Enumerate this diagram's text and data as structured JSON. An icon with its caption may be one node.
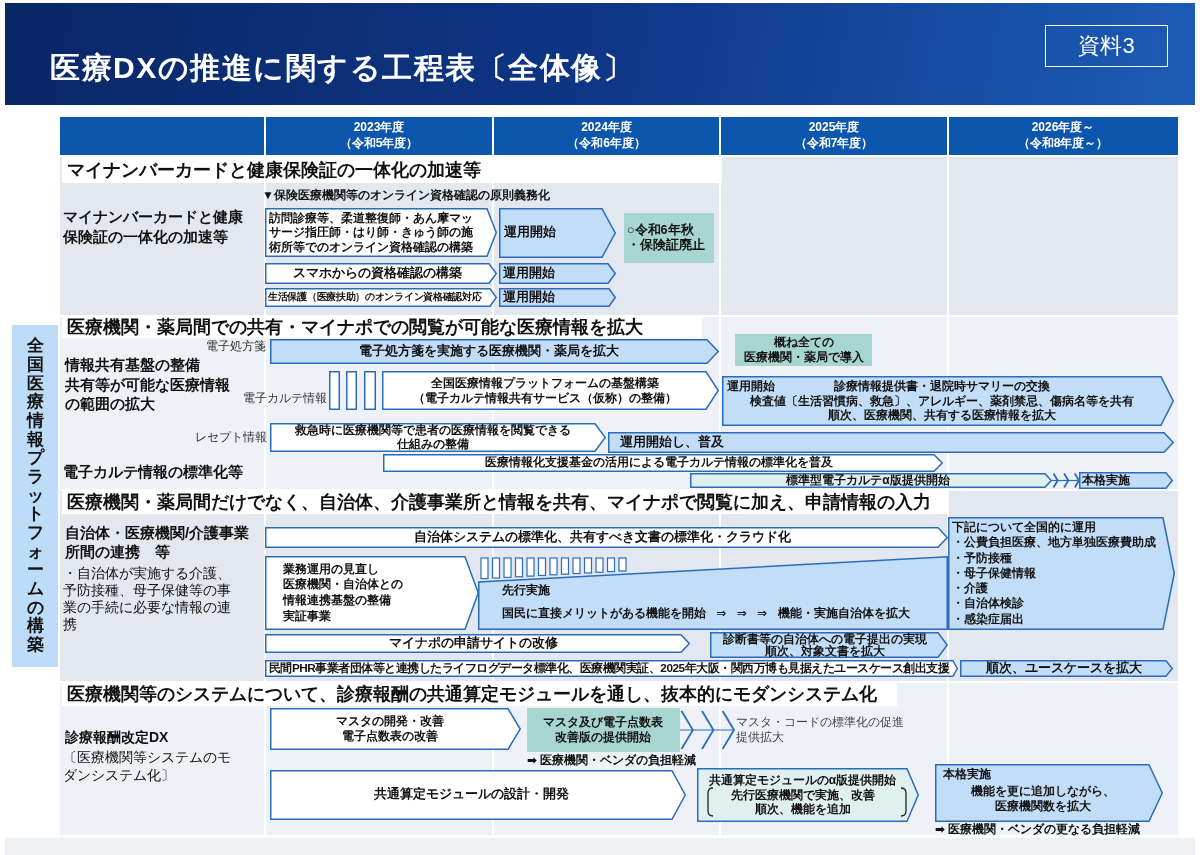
{
  "diagram": {
    "title": "医療DXの推進に関する工程表〔全体像〕",
    "nodes": [
      {
        "text": [
          "マイナンバーカードと健康保険証の一体化の加速等"
        ]
      },
      {
        "text": [
          "訪問診療等、柔道整復師・あん摩マッサージ指圧師・はり師・きゅう師の施術所等でのオンライン資格確認の構築"
        ],
        "in": 0
      },
      {
        "text": [
          "運用開始"
        ],
        "in": 0
      },
      {
        "text": [
          "○令和6年秋",
          "・保険証廃止"
        ],
        "in": 0
      },
      {
        "text": [
          "スマホからの資格確認の構築"
        ],
        "in": 0
      },
      {
        "text": [
          "運用開始"
        ],
        "in": 0
      },
      {
        "text": [
          "生活保護（医療扶助）のオンライン資格確認対応"
        ],
        "in": 0
      },
      {
        "text": [
          "運用開始"
        ],
        "in": 0
      },
      {
        "text": [
          "全国医療情報プラットフォームの構築"
        ]
      },
      {
        "text": [
          "医療機関・薬局間での共有・マイナポでの閲覧が可能な医療情報を拡大"
        ]
      },
      {
        "text": [
          "電子処方箋を実施する医療機関・薬局を拡大"
        ],
        "in": 9
      },
      {
        "text": [
          "概ね全ての",
          "医療機関・薬局で導入"
        ],
        "in": 9
      },
      {
        "text": [
          "全国医療情報プラットフォームの基盤構築",
          "（電子カルテ情報共有サービス（仮称）の整備）"
        ],
        "in": 9
      },
      {
        "text": [
          "運用開始",
          "診療情報提供書・退院時サマリーの交換",
          "検査値〔生活習慣病、救急〕、アレルギー、薬剤禁忌、傷病名等を共有",
          "順次、医療機関、共有する医療情報を拡大"
        ],
        "in": 9
      },
      {
        "text": [
          "救急時に医療機関等で患者の医療情報を閲覧できる仕組みの整備"
        ],
        "in": 9
      },
      {
        "text": [
          "運用開始し、普及"
        ],
        "in": 9
      },
      {
        "text": [
          "医療情報化支援基金の活用による電子カルテ情報の標準化を普及"
        ],
        "in": 9
      },
      {
        "text": [
          "標準型電子カルテα版提供開始"
        ],
        "in": 9
      },
      {
        "text": [
          "本格実施"
        ],
        "in": 9
      },
      {
        "text": [
          "医療機関・薬局間だけでなく、自治体、介護事業所と情報を共有、マイナポで閲覧に加え、申請情報の入力"
        ]
      },
      {
        "text": [
          "自治体システムの標準化、共有すべき文書の標準化・クラウド化"
        ],
        "in": 19
      },
      {
        "text": [
          "下記について全国的に運用",
          "・公費負担医療、地方単独医療費助成",
          "・予防接種",
          "・母子保健情報",
          "・介護",
          "・自治体検診",
          "・感染症届出"
        ],
        "in": 19
      },
      {
        "text": [
          "業務運用の見直し",
          "医療機関・自治体との情報連携基盤の整備",
          "実証事業"
        ],
        "in": 19
      },
      {
        "text": [
          "先行実施",
          "国民に直接メリットがある機能を開始 ⇒ ⇒ ⇒ 機能・実施自治体を拡大"
        ],
        "in": 19
      },
      {
        "text": [
          "マイナポの申請サイトの改修"
        ],
        "in": 19
      },
      {
        "text": [
          "診断書等の自治体への電子提出の実現",
          "順次、対象文書を拡大"
        ],
        "in": 19
      },
      {
        "text": [
          "民間PHR事業者団体等と連携したライフログデータ標準化、医療機関実証、2025年大阪・関西万博も見据えたユースケース創出支援"
        ],
        "in": 19
      },
      {
        "text": [
          "順次、ユースケースを拡大"
        ],
        "in": 19
      },
      {
        "text": [
          "医療機関等のシステムについて、診療報酬の共通算定モジュールを通し、抜本的にモダンシステム化"
        ]
      },
      {
        "text": [
          "マスタの開発・改善",
          "電子点数表の改善"
        ],
        "in": 28
      },
      {
        "text": [
          "マスタ及び電子点数表改善版の提供開始"
        ],
        "in": 28
      },
      {
        "text": [
          "マスタ・コードの標準化の促進",
          "提供拡大"
        ],
        "in": 28
      },
      {
        "text": [
          "共通算定モジュールの設計・開発"
        ],
        "in": 28
      },
      {
        "text": [
          "共通算定モジュールのα版提供開始",
          "先行医療機関で実施、改善",
          "順次、機能を追加"
        ],
        "in": 28
      },
      {
        "text": [
          "本格実施",
          "機能を更に追加しながら、医療機関数を拡大"
        ],
        "in": 28
      }
    ],
    "edges": [
      {
        "from": 17,
        "to": 18,
        "arrow": "to"
      },
      {
        "from": 30,
        "to": 31,
        "arrow": "to"
      }
    ],
    "labels": [
      "資料3",
      "2023年度",
      "（令和5年度）",
      "2024年度",
      "（令和6年度）",
      "2025年度",
      "（令和7年度）",
      "2026年度～",
      "（令和8年度～）",
      "▼保険医療機関等のオンライン資格確認の原則義務化",
      "マイナンバーカードと健康保険証の一体化の加速等",
      "電子処方箋",
      "情報共有基盤の整備",
      "共有等が可能な医療情報の範囲の拡大",
      "電子カルテ情報",
      "レセプト情報",
      "電子カルテ情報の標準化等",
      "自治体・医療機関/介護事業所間の連携　等",
      "・自治体が実施する介護、予防接種、母子保健等の事業の手続に必要な情報の連携",
      "診療報酬改定DX",
      "〔医療機関等システムのモダンシステム化〕",
      "➡ 医療機関・ベンダの負担軽減",
      "➡ 医療機関・ベンダの更なる負担軽減"
    ]
  }
}
